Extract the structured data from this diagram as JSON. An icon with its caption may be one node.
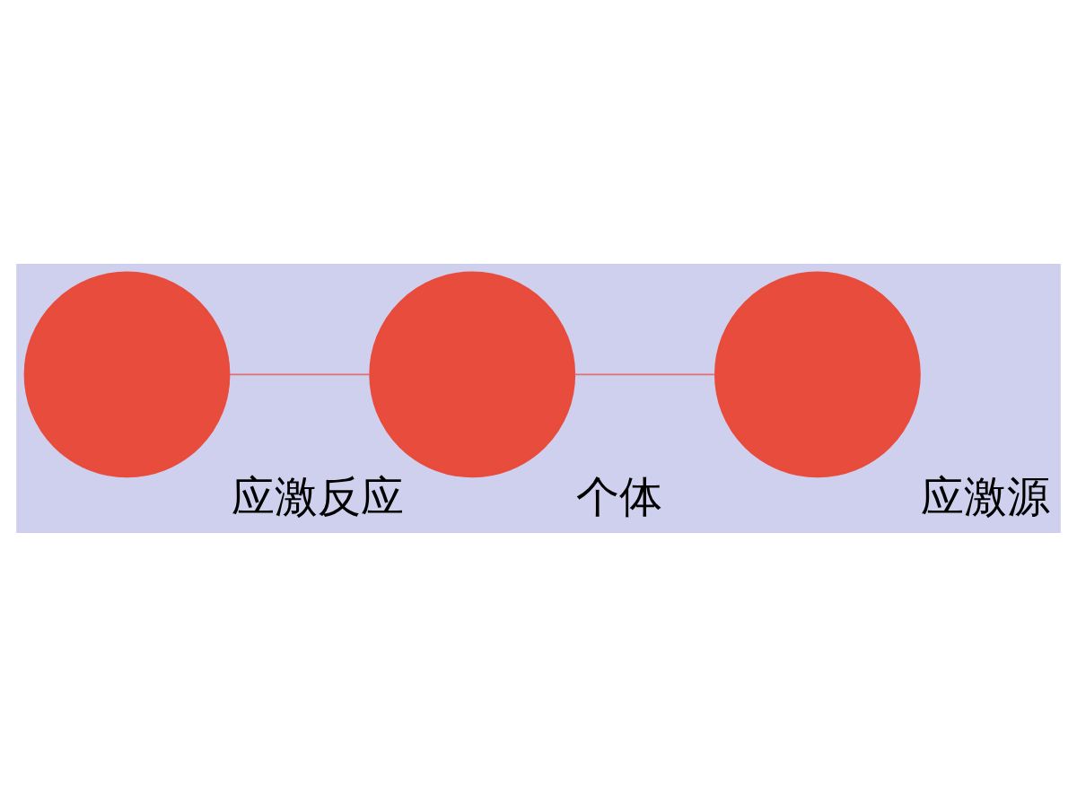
{
  "diagram": {
    "nodes": [
      {
        "text": [],
        "shape": "circle",
        "beside": [
          "应激源"
        ]
      },
      {
        "text": [],
        "shape": "circle",
        "beside": [
          "个体"
        ]
      },
      {
        "text": [],
        "shape": "circle",
        "beside": [
          "应激反应"
        ]
      }
    ],
    "edges": [
      {
        "from": 0,
        "to": 1,
        "arrow": "none"
      },
      {
        "from": 1,
        "to": 2,
        "arrow": "none"
      }
    ]
  }
}
